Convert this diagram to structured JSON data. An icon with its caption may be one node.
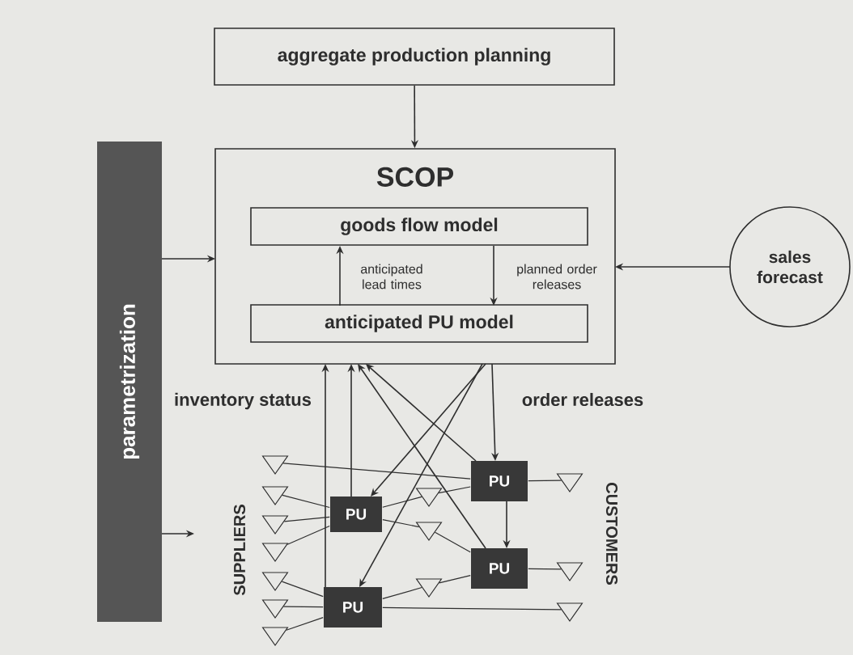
{
  "diagram": {
    "nodes": [
      {
        "text": [
          "aggregate production planning"
        ]
      },
      {
        "text": [
          "SCOP"
        ]
      },
      {
        "text": [
          "goods flow model"
        ],
        "in": 1
      },
      {
        "text": [
          "anticipated PU model"
        ],
        "in": 1
      },
      {
        "text": [
          "sales forecast"
        ]
      },
      {
        "text": [
          "parametrization"
        ]
      },
      {
        "text": [
          "PU"
        ]
      },
      {
        "text": [
          "PU"
        ]
      },
      {
        "text": [
          "PU"
        ]
      },
      {
        "text": [
          "PU"
        ]
      },
      {
        "text": [],
        "shape": "triangle"
      },
      {
        "text": [],
        "shape": "triangle"
      },
      {
        "text": [],
        "shape": "triangle"
      },
      {
        "text": [],
        "shape": "triangle"
      },
      {
        "text": [],
        "shape": "triangle"
      },
      {
        "text": [],
        "shape": "triangle"
      },
      {
        "text": [],
        "shape": "triangle"
      },
      {
        "text": [],
        "shape": "triangle"
      },
      {
        "text": [],
        "shape": "triangle"
      },
      {
        "text": [],
        "shape": "triangle"
      },
      {
        "text": [],
        "shape": "triangle"
      },
      {
        "text": [],
        "shape": "triangle"
      },
      {
        "text": [],
        "shape": "triangle"
      }
    ],
    "edges": [
      {
        "from": 0,
        "to": 1,
        "arrow": "to"
      },
      {
        "from": 5,
        "to": 1,
        "arrow": "to"
      },
      {
        "from": 4,
        "to": 1,
        "arrow": "to"
      },
      {
        "from": 3,
        "to": 2,
        "arrow": "to",
        "label": "anticipated lead times"
      },
      {
        "from": 2,
        "to": 3,
        "arrow": "to",
        "label": "planned order releases"
      },
      {
        "from": 5,
        "to": null,
        "arrow": "to"
      },
      {
        "from": 1,
        "to": 6,
        "arrow": "to"
      },
      {
        "from": 6,
        "to": 8,
        "arrow": "to"
      },
      {
        "from": 1,
        "to": 7,
        "arrow": "to"
      },
      {
        "from": 1,
        "to": 9,
        "arrow": "to"
      },
      {
        "from": 9,
        "to": 1,
        "arrow": "to"
      },
      {
        "from": 7,
        "to": 1,
        "arrow": "to"
      },
      {
        "from": 8,
        "to": 1,
        "arrow": "to"
      },
      {
        "from": 6,
        "to": 1,
        "arrow": "to"
      },
      {
        "from": 10,
        "to": 6,
        "arrow": "none"
      },
      {
        "from": 11,
        "to": 7,
        "arrow": "none"
      },
      {
        "from": 12,
        "to": 7,
        "arrow": "none"
      },
      {
        "from": 13,
        "to": 7,
        "arrow": "none"
      },
      {
        "from": 14,
        "to": 9,
        "arrow": "none"
      },
      {
        "from": 15,
        "to": 9,
        "arrow": "none"
      },
      {
        "from": 16,
        "to": 9,
        "arrow": "none"
      },
      {
        "from": 7,
        "to": 17,
        "arrow": "none"
      },
      {
        "from": 7,
        "to": 18,
        "arrow": "none"
      },
      {
        "from": 17,
        "to": 6,
        "arrow": "none"
      },
      {
        "from": 18,
        "to": 8,
        "arrow": "none"
      },
      {
        "from": 9,
        "to": 19,
        "arrow": "none"
      },
      {
        "from": 19,
        "to": 8,
        "arrow": "none"
      },
      {
        "from": 9,
        "to": 22,
        "arrow": "none"
      },
      {
        "from": 6,
        "to": 20,
        "arrow": "none"
      },
      {
        "from": 8,
        "to": 21,
        "arrow": "none"
      }
    ],
    "labels": [
      "inventory status",
      "order releases",
      "SUPPLIERS",
      "CUSTOMERS"
    ]
  }
}
